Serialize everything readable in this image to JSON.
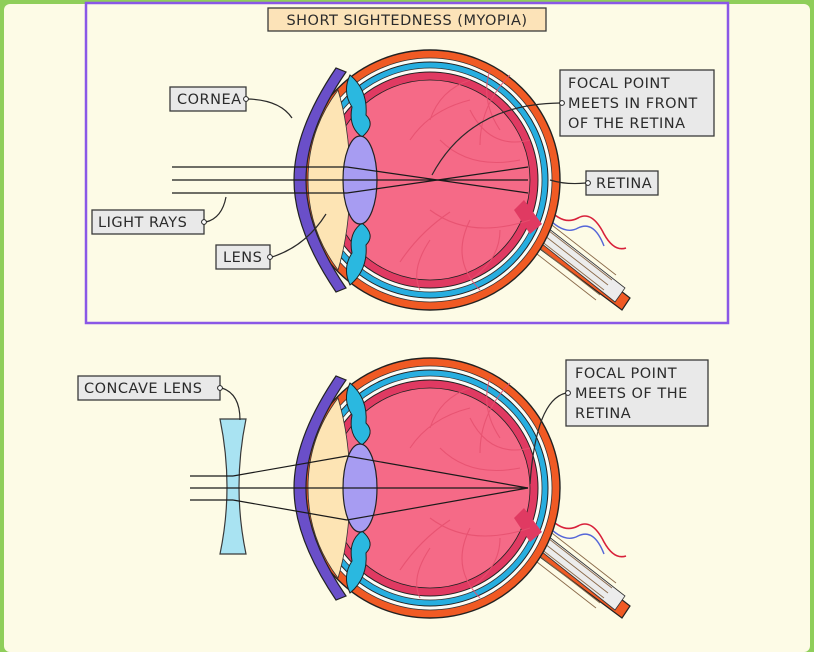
{
  "title": "SHORT SIGHTEDNESS (MYOPIA)",
  "top_diagram": {
    "labels": {
      "cornea": "CORNEA",
      "light_rays": "LIGHT RAYS",
      "lens": "LENS",
      "retina": "RETINA",
      "focal_line1": "FOCAL POINT",
      "focal_line2": "MEETS IN FRONT",
      "focal_line3": "OF THE RETINA"
    }
  },
  "bottom_diagram": {
    "labels": {
      "concave_lens": "CONCAVE LENS",
      "focal_line1": "FOCAL POINT",
      "focal_line2": "MEETS OF THE",
      "focal_line3": "RETINA"
    }
  },
  "colors": {
    "background_green": "#8fce5a",
    "panel_cream": "#fdfbe6",
    "frame_purple": "#8a57e6",
    "sclera_orange": "#f05a24",
    "choroid_blue": "#27aee0",
    "vitreous_pink": "#f56a87",
    "lens_violet": "#a79cf2",
    "iris_cyan": "#2ab8e0",
    "cornea_indigo": "#6a4fc9",
    "title_box": "#fce3b8"
  }
}
